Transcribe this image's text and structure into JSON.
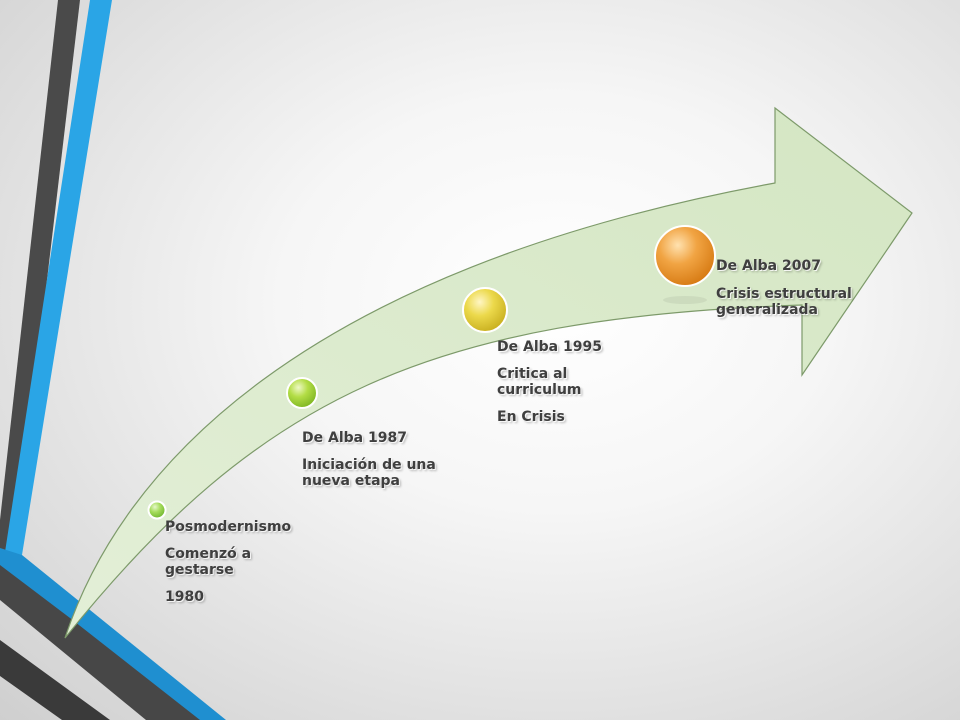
{
  "milestones": [
    {
      "title": "Posmodernismo",
      "lines": [
        "Comenzó a gestarse",
        "1980"
      ],
      "dot_color": "#8fd14f"
    },
    {
      "title": "De Alba 1987",
      "lines": [
        "Iniciación de una nueva etapa"
      ],
      "dot_color": "#9dd23a"
    },
    {
      "title": "De Alba 1995",
      "lines": [
        "Critica al curriculum",
        "En Crisis"
      ],
      "dot_color": "#e3cf3a"
    },
    {
      "title": "De Alba 2007",
      "lines": [
        "Crisis estructural generalizada"
      ],
      "dot_color": "#f0a030"
    }
  ],
  "arrow_fill": "#d7e8c8",
  "arrow_stroke": "#7d9a6a",
  "accent_blue": "#2aa5e6",
  "accent_dark": "#4a4a4a"
}
